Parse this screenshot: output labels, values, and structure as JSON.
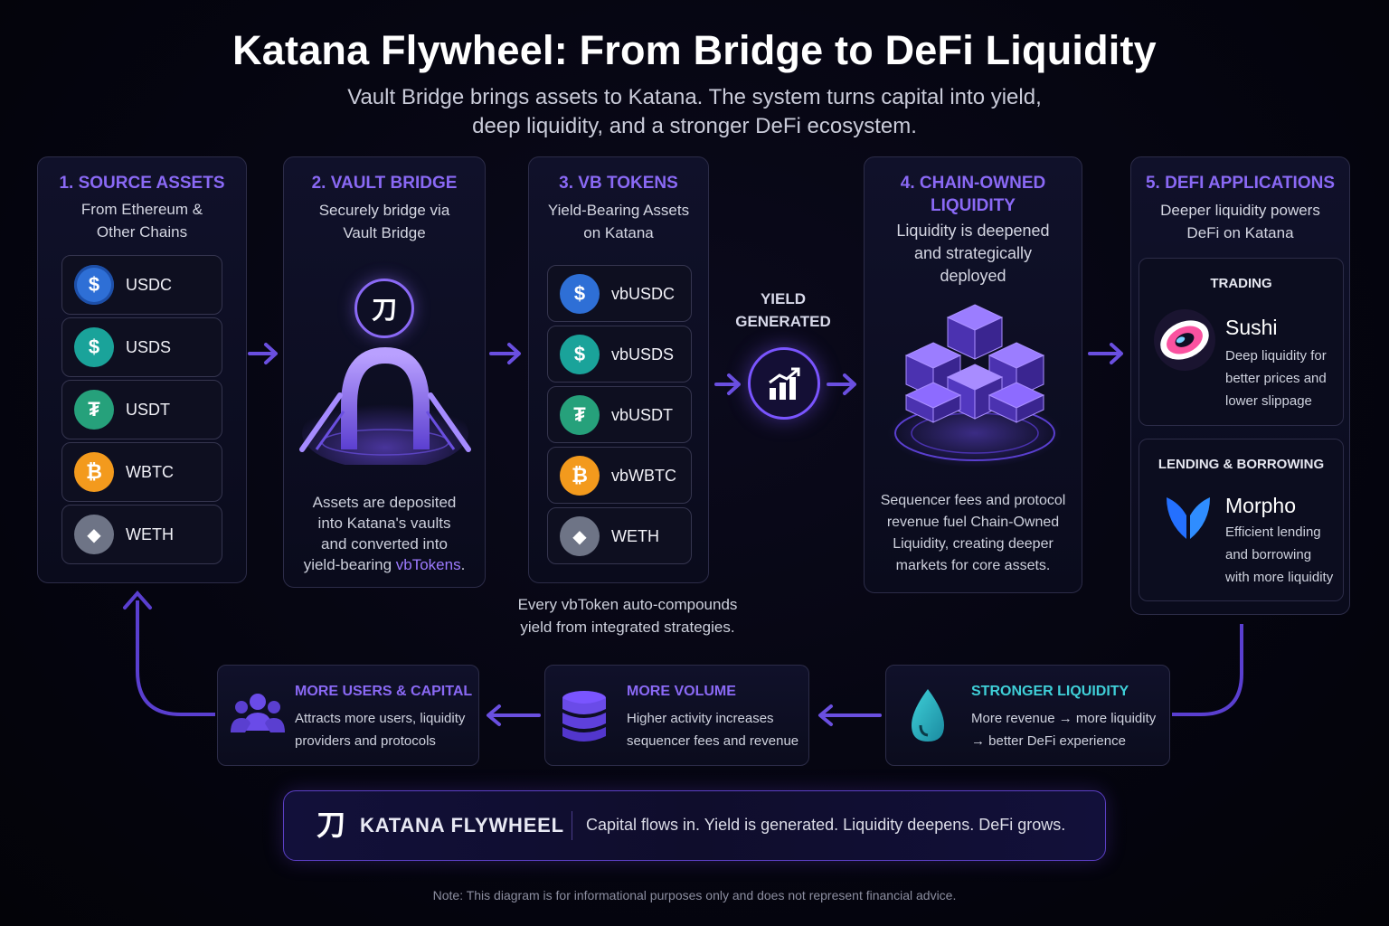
{
  "title": "Katana Flywheel: From Bridge to DeFi Liquidity",
  "subtitle_line1": "Vault Bridge brings assets to Katana. The system turns capital into yield,",
  "subtitle_line2": "deep liquidity, and a stronger DeFi ecosystem.",
  "colors": {
    "accent": "#8a69f5",
    "loop": "#5a3fd0",
    "usdc": "#2e6fd6",
    "usds": "#1aa39a",
    "usdt": "#26a17b",
    "wbtc": "#f39a1d",
    "weth": "#6e7486"
  },
  "source": {
    "heading": "1. SOURCE ASSETS",
    "sub1": "From Ethereum &",
    "sub2": "Other Chains",
    "tokens": [
      {
        "label": "USDC",
        "glyph": "$",
        "icon": "usdc-icon"
      },
      {
        "label": "USDS",
        "glyph": "$",
        "icon": "usds-icon"
      },
      {
        "label": "USDT",
        "glyph": "₮",
        "icon": "usdt-icon"
      },
      {
        "label": "WBTC",
        "glyph": "₿",
        "icon": "wbtc-icon"
      },
      {
        "label": "WETH",
        "glyph": "◆",
        "icon": "eth-icon"
      }
    ]
  },
  "bridge": {
    "heading": "2. VAULT BRIDGE",
    "sub1": "Securely bridge via",
    "sub2": "Vault Bridge",
    "logo_glyph": "刀",
    "desc1": "Assets are deposited",
    "desc2": "into Katana's vaults",
    "desc3": "and converted into",
    "desc4_a": "yield-bearing ",
    "desc4_b": "vbTokens",
    "desc4_c": "."
  },
  "vb": {
    "heading": "3. VB TOKENS",
    "sub1": "Yield-Bearing Assets",
    "sub2": "on Katana",
    "tokens": [
      {
        "label": "vbUSDC",
        "glyph": "$"
      },
      {
        "label": "vbUSDS",
        "glyph": "$"
      },
      {
        "label": "vbUSDT",
        "glyph": "₮"
      },
      {
        "label": "vbWBTC",
        "glyph": "₿"
      },
      {
        "label": "WETH",
        "glyph": "◆"
      }
    ],
    "caption1": "Every vbToken auto-compounds",
    "caption2": "yield from integrated strategies."
  },
  "yield": {
    "line1": "YIELD",
    "line2": "GENERATED"
  },
  "col": {
    "heading1": "4. CHAIN-OWNED",
    "heading2": "LIQUIDITY",
    "sub1": "Liquidity is deepened",
    "sub2": "and strategically",
    "sub3": "deployed",
    "desc1": "Sequencer fees and protocol",
    "desc2": "revenue fuel Chain-Owned",
    "desc3": "Liquidity, creating deeper",
    "desc4": "markets for core assets."
  },
  "defi": {
    "heading": "5. DEFI APPLICATIONS",
    "sub1": "Deeper liquidity powers",
    "sub2": "DeFi on Katana",
    "trading": {
      "title": "TRADING",
      "name": "Sushi",
      "d1": "Deep liquidity for",
      "d2": "better prices and",
      "d3": "lower slippage"
    },
    "lending": {
      "title": "LENDING & BORROWING",
      "name": "Morpho",
      "d1": "Efficient lending",
      "d2": "and borrowing",
      "d3": "with more liquidity"
    }
  },
  "loop": {
    "liquidity": {
      "title": "STRONGER LIQUIDITY",
      "l1": "More revenue → more liquidity",
      "l2": "→ better DeFi experience"
    },
    "volume": {
      "title": "MORE VOLUME",
      "l1": "Higher activity increases",
      "l2": "sequencer fees and revenue"
    },
    "users": {
      "title": "MORE USERS & CAPITAL",
      "l1": "Attracts more users, liquidity",
      "l2": "providers and protocols"
    }
  },
  "footer": {
    "logo_glyph": "刀",
    "brand": "KATANA FLYWHEEL",
    "tagline": "Capital flows in. Yield is generated. Liquidity deepens. DeFi grows."
  },
  "note": "Note: This diagram is for informational purposes only and does not represent financial advice."
}
